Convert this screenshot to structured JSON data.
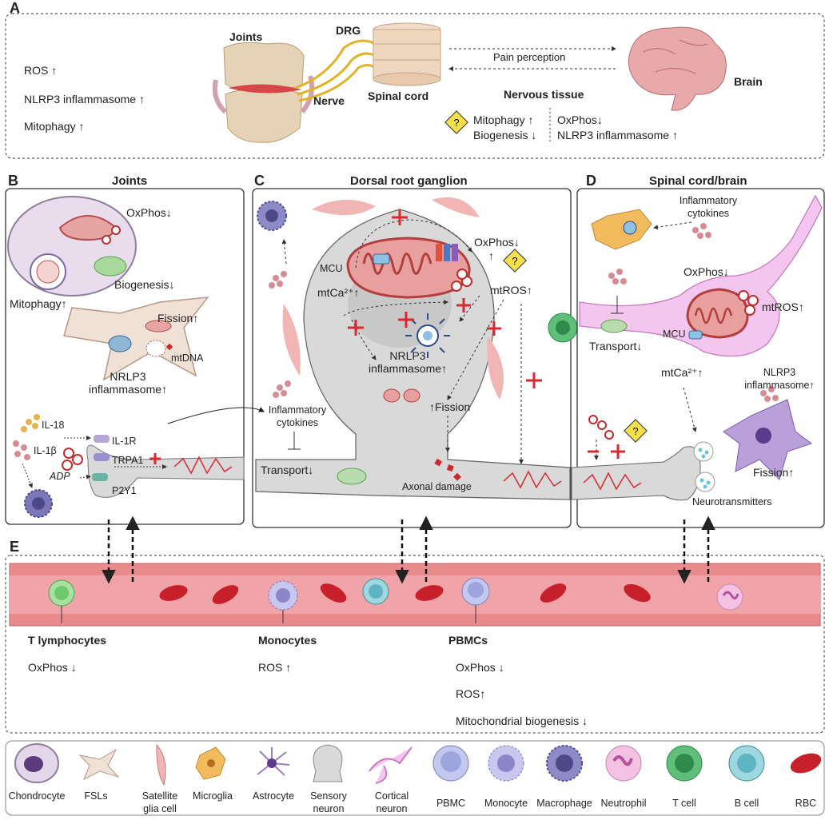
{
  "panel_a": {
    "letter": "A",
    "left_list": [
      "ROS ↑",
      "NLRP3 inflammasome ↑",
      "Mitophagy ↑"
    ],
    "joints": "Joints",
    "drg": "DRG",
    "nerve": "Nerve",
    "spinal_cord": "Spinal cord",
    "brain": "Brain",
    "pain_perception": "Pain perception",
    "nervous_tissue": "Nervous tissue",
    "question_left": [
      "Mitophagy ↑",
      "Biogenesis ↓"
    ],
    "question_right": [
      "OxPhos↓",
      "NLRP3 inflammasome ↑"
    ]
  },
  "panel_b": {
    "letter": "B",
    "title": "Joints",
    "oxphos": "OxPhos↓",
    "biogenesis": "Biogenesis↓",
    "mitophagy": "Mitophagy↑",
    "fission": "Fission↑",
    "mtdna": "mtDNA",
    "nlrp3": [
      "NRLP3",
      "inflammasome↑"
    ],
    "il18": "IL-18",
    "il1b": "IL-1β",
    "adp": "ADP",
    "il1r": "IL-1R",
    "trpa1": "TRPA1",
    "p2y1": "P2Y1"
  },
  "panel_c": {
    "letter": "C",
    "title": "Dorsal root ganglion",
    "mcu": "MCU",
    "mtca": "mtCa²⁺↑",
    "oxphos": "OxPhos↓",
    "oxphos_arrow": "↑",
    "mtros": "mtROS↑",
    "nlrp3": [
      "NRLP3",
      "inflammasome↑"
    ],
    "fission": "↑Fission",
    "inflammatory": [
      "Inflammatory",
      "cytokines"
    ],
    "transport": "Transport↓",
    "axonal": "Axonal damage"
  },
  "panel_d": {
    "letter": "D",
    "title": "Spinal cord/brain",
    "inflammatory": [
      "Inflammatory",
      "cytokines"
    ],
    "oxphos": "OxPhos↓",
    "mtros": "mtROS↑",
    "mcu": "MCU",
    "transport": "Transport↓",
    "mtca": "mtCa²⁺↑",
    "nlrp3": [
      "NLRP3",
      "inflammasome↑"
    ],
    "fission": "Fission↑",
    "neurotransmitters": "Neurotransmitters"
  },
  "panel_e": {
    "letter": "E",
    "t_title": "T lymphocytes",
    "t_items": [
      "OxPhos ↓"
    ],
    "mono_title": "Monocytes",
    "mono_items": [
      "ROS ↑"
    ],
    "pbmc_title": "PBMCs",
    "pbmc_items": [
      "OxPhos ↓",
      "ROS↑",
      "Mitochondrial biogenesis ↓"
    ]
  },
  "legend": [
    [
      "Chondrocyte"
    ],
    [
      "FSLs"
    ],
    [
      "Satellite",
      "glia cell"
    ],
    [
      "Microglia"
    ],
    [
      "Astrocyte"
    ],
    [
      "Sensory",
      "neuron"
    ],
    [
      "Cortical",
      "neuron"
    ],
    [
      "PBMC"
    ],
    [
      "Monocyte"
    ],
    [
      "Macrophage"
    ],
    [
      "Neutrophil"
    ],
    [
      "T cell"
    ],
    [
      "B cell"
    ],
    [
      "RBC"
    ]
  ],
  "colors": {
    "red_plus": "#d9282f",
    "blood": "#e98a8d",
    "neuron_gray": "#d9d9d9",
    "pink_neuron": "#f4c6ef",
    "mito_red": "#c9403e"
  }
}
